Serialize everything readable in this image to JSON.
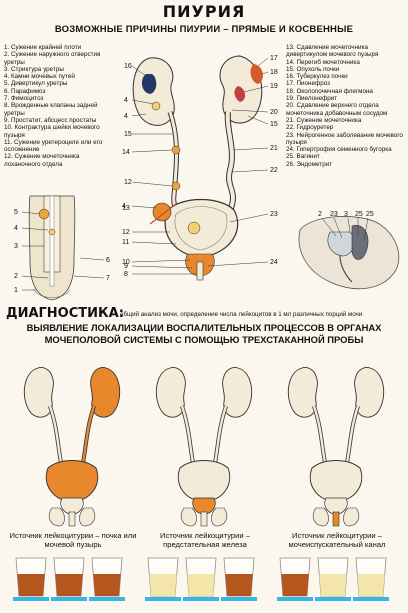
{
  "title": "ПИУРИЯ",
  "subtitle": "ВОЗМОЖНЫЕ ПРИЧИНЫ ПИУРИИ – ПРЯМЫЕ И КОСВЕННЫЕ",
  "causes_left": [
    "1. Сужение крайней плоти",
    "2. Сужение наружного отверстия уретры",
    "3. Стриктура уретры",
    "4. Камни мочевых путей",
    "5. Дивертикул уретры",
    "6. Парафимоз",
    "7. Фимоцитоз",
    "8. Врожденные клапаны задней уретры",
    "9. Простатит, абсцесс простаты",
    "10. Контрактура шейки мочевого пузыря",
    "11. Сужение уретероцеле или его осложнение",
    "12. Сужение мочеточника лоханочного отдела"
  ],
  "causes_right": [
    "13. Сдавление мочеточника дивертикулом мочевого пузыря",
    "14. Перегиб мочеточника",
    "15. Опухоль почки",
    "16. Туберкулез почки",
    "17. Пионефроз",
    "18. Околопочечная флегмона",
    "19. Пиелонефрит",
    "20. Сдавление верхнего отдела мочеточника добавочным сосудом",
    "21. Сужение мочеточника",
    "22. Гидроуретер",
    "23. Нейрогенное заболевание мочевого пузыря",
    "24. Гипертрофия семенного бугорка",
    "25. Вагинит",
    "26. Эндометрит"
  ],
  "diagnostics": {
    "label": "ДИАГНОСТИКА:",
    "text": "общий анализ мочи, определение числа лейкоцитов в 1 мл различных порций мочи"
  },
  "section_title": "ВЫЯВЛЕНИЕ ЛОКАЛИЗАЦИИ ВОСПАЛИТЕЛЬНЫХ ПРОЦЕССОВ В ОРГАНАХ МОЧЕПОЛОВОЙ СИСТЕМЫ С ПОМОЩЬЮ ТРЕХСТАКАННОЙ ПРОБЫ",
  "tests": [
    {
      "caption": "Источник лейкоцитурии – почка или мочевой пузырь",
      "glasses": [
        "#b5561e",
        "#b5561e",
        "#b5561e"
      ]
    },
    {
      "caption": "Источник лейкоцитурии – предстательная железа",
      "glasses": [
        "#f4e6a8",
        "#f4e6a8",
        "#b5561e"
      ]
    },
    {
      "caption": "Источник лейкоцитурии – мочеиспускательный канал",
      "glasses": [
        "#b5561e",
        "#f4e6a8",
        "#f4e6a8"
      ]
    }
  ],
  "diagram_numbers": {
    "main_left": [
      "16",
      "4",
      "4",
      "15",
      "14",
      "12",
      "4",
      "13",
      "12",
      "11",
      "10",
      "9",
      "8"
    ],
    "main_right": [
      "17",
      "18",
      "19",
      "20",
      "15",
      "21",
      "22",
      "23",
      "24"
    ],
    "urethra": [
      "5",
      "4",
      "3",
      "2",
      "1",
      "7",
      "6"
    ],
    "female": [
      "2",
      "23",
      "3",
      "25",
      "25"
    ]
  },
  "colors": {
    "urine_turbid": "#b5561e",
    "urine_clear": "#f4e6a8",
    "accent": "#e8882c",
    "glass_base": "#38b7e6"
  }
}
